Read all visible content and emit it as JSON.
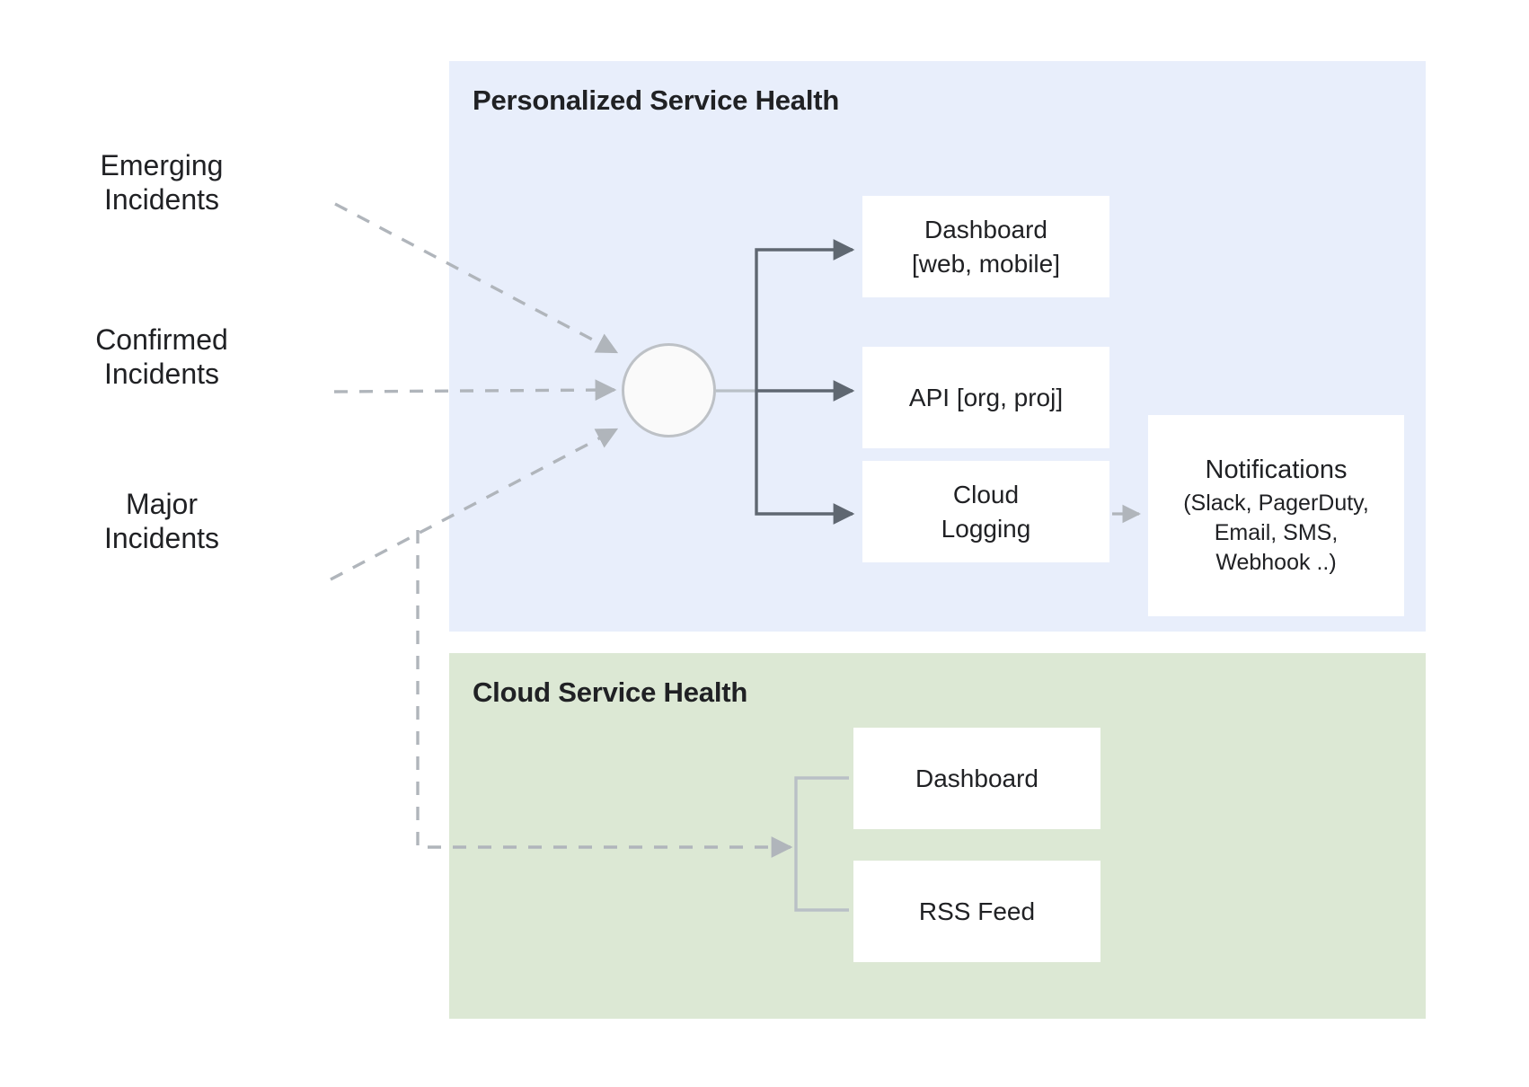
{
  "diagram": {
    "title_semantic": "Google Cloud Service Health architecture",
    "colors": {
      "panel_personalized_bg": "#e8eefb",
      "panel_cloud_bg": "#dce8d4",
      "box_bg": "#ffffff",
      "text": "#202124",
      "solid_arrow": "#5f6771",
      "dashed_arrow": "#b0b5bb",
      "light_connector": "#b9c0c6",
      "circle_border": "#bdc1c6",
      "circle_fill": "#fafafa"
    }
  },
  "sources": [
    {
      "id": "emerging",
      "label": "Emerging\nIncidents"
    },
    {
      "id": "confirmed",
      "label": "Confirmed\nIncidents"
    },
    {
      "id": "major",
      "label": "Major\nIncidents"
    }
  ],
  "panels": {
    "personalized": {
      "title": "Personalized Service Health",
      "nodes": [
        {
          "id": "dashboard-web",
          "label": "Dashboard\n[web, mobile]"
        },
        {
          "id": "api",
          "label": "API [org, proj]"
        },
        {
          "id": "cloud-logging",
          "label": "Cloud\nLogging"
        }
      ],
      "notifications": {
        "title": "Notifications",
        "subtitle": "(Slack, PagerDuty,\nEmail, SMS,\nWebhook ..)"
      }
    },
    "cloud": {
      "title": "Cloud Service Health",
      "nodes": [
        {
          "id": "dashboard",
          "label": "Dashboard"
        },
        {
          "id": "rss",
          "label": "RSS Feed"
        }
      ]
    }
  },
  "edges": [
    {
      "from": "emerging",
      "to": "hub",
      "style": "dashed"
    },
    {
      "from": "confirmed",
      "to": "hub",
      "style": "dashed"
    },
    {
      "from": "major",
      "to": "hub",
      "style": "dashed"
    },
    {
      "from": "major",
      "to": "cloud-bracket",
      "style": "dashed"
    },
    {
      "from": "hub",
      "to": "dashboard-web",
      "style": "solid"
    },
    {
      "from": "hub",
      "to": "api",
      "style": "solid"
    },
    {
      "from": "hub",
      "to": "cloud-logging",
      "style": "solid"
    },
    {
      "from": "cloud-logging",
      "to": "notifications",
      "style": "solid-light"
    },
    {
      "from": "cloud-bracket",
      "to": "dashboard",
      "style": "plain"
    },
    {
      "from": "cloud-bracket",
      "to": "rss",
      "style": "plain"
    }
  ]
}
